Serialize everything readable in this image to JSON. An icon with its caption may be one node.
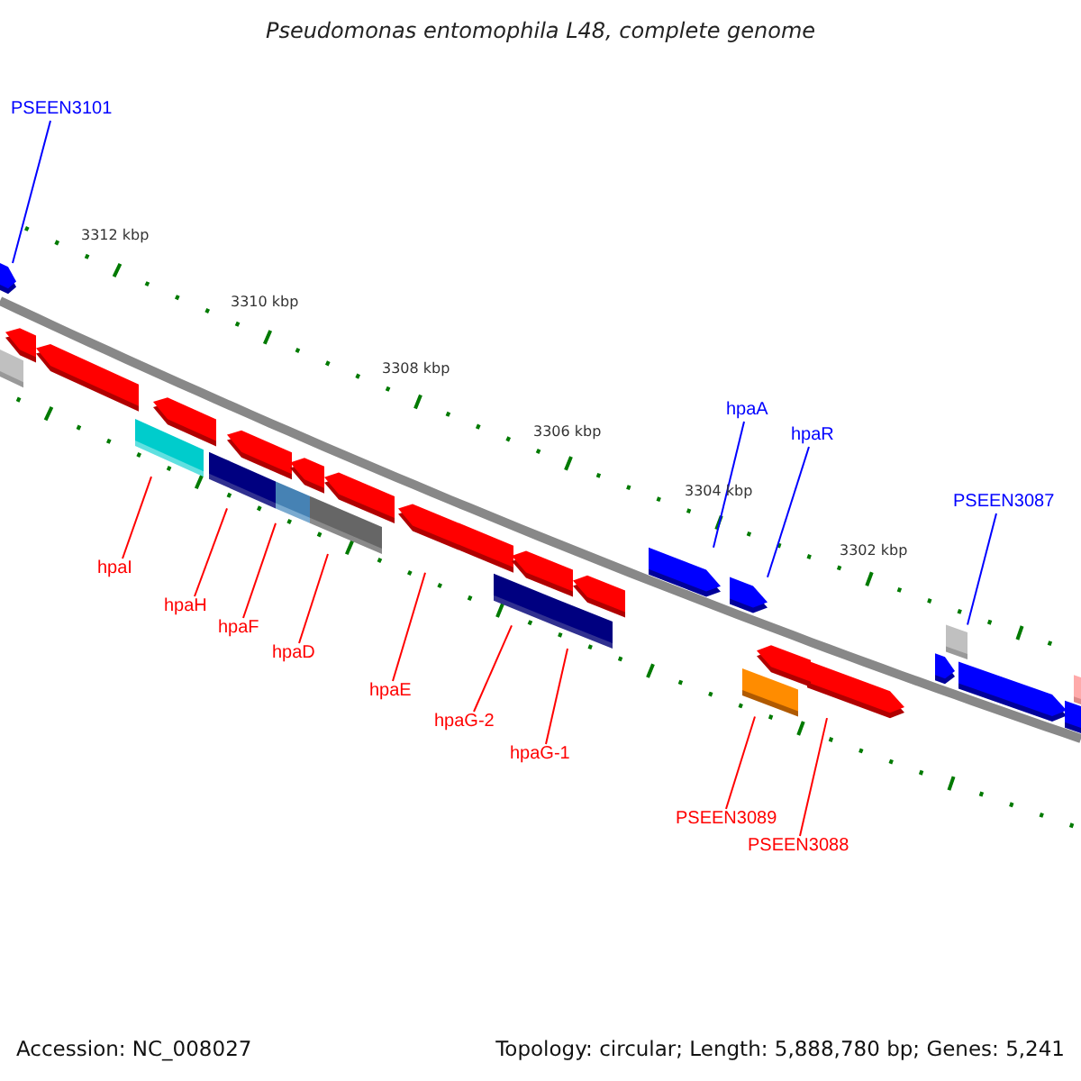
{
  "diagram": {
    "title": "Pseudomonas entomophila L48, complete genome",
    "nodes": [
      {
        "text": [
          "PSEEN3101"
        ]
      },
      {
        "text": [
          "hpaA"
        ]
      },
      {
        "text": [
          "hpaR"
        ]
      },
      {
        "text": [
          "PSEEN3087"
        ]
      },
      {
        "text": [
          "hpaI"
        ]
      },
      {
        "text": [
          "hpaH"
        ]
      },
      {
        "text": [
          "hpaF"
        ]
      },
      {
        "text": [
          "hpaD"
        ]
      },
      {
        "text": [
          "hpaE"
        ]
      },
      {
        "text": [
          "hpaG-2"
        ]
      },
      {
        "text": [
          "hpaG-1"
        ]
      },
      {
        "text": [
          "PSEEN3089"
        ]
      },
      {
        "text": [
          "PSEEN3088"
        ]
      },
      {
        "text": [],
        "shape": "arrow"
      },
      {
        "text": [],
        "shape": "arrow"
      },
      {
        "text": [],
        "shape": "arrow"
      },
      {
        "text": [],
        "shape": "bar"
      },
      {
        "text": [],
        "shape": "bar"
      },
      {
        "text": [],
        "shape": "bar"
      },
      {
        "text": [],
        "shape": "bar"
      },
      {
        "text": [],
        "shape": "bar"
      },
      {
        "text": [],
        "shape": "arrow"
      },
      {
        "text": [],
        "shape": "bar"
      },
      {
        "text": [],
        "shape": "bar"
      },
      {
        "text": [],
        "shape": "bar"
      },
      {
        "text": [],
        "shape": "arrow"
      },
      {
        "text": [],
        "shape": "arrow"
      },
      {
        "text": [],
        "shape": "arrow"
      },
      {
        "text": [],
        "shape": "arrow"
      },
      {
        "text": [],
        "shape": "arrow"
      },
      {
        "text": [],
        "shape": "arrow"
      },
      {
        "text": [],
        "shape": "arrow"
      },
      {
        "text": [],
        "shape": "arrow"
      },
      {
        "text": [],
        "shape": "arrow"
      },
      {
        "text": [],
        "shape": "arrow"
      },
      {
        "text": [],
        "shape": "bar"
      },
      {
        "text": [],
        "shape": "arrow"
      },
      {
        "text": [],
        "shape": "arrow"
      },
      {
        "text": [],
        "shape": "bar"
      },
      {
        "text": [],
        "shape": "bar"
      }
    ],
    "edges": [
      {
        "from": 0,
        "to": 13,
        "arrow": "none",
        "color": "#0000ff"
      },
      {
        "from": 1,
        "to": 14,
        "arrow": "none",
        "color": "#0000ff"
      },
      {
        "from": 2,
        "to": 15,
        "arrow": "none",
        "color": "#0000ff"
      },
      {
        "from": 3,
        "to": 16,
        "arrow": "none",
        "color": "#0000ff"
      },
      {
        "from": 4,
        "to": 17,
        "arrow": "none"
      },
      {
        "from": 5,
        "to": 18,
        "arrow": "none"
      },
      {
        "from": 6,
        "to": 19,
        "arrow": "none"
      },
      {
        "from": 7,
        "to": 20,
        "arrow": "none"
      },
      {
        "from": 8,
        "to": 21,
        "arrow": "none"
      },
      {
        "from": 9,
        "to": 22,
        "arrow": "none"
      },
      {
        "from": 10,
        "to": 23,
        "arrow": "none"
      },
      {
        "from": 11,
        "to": 24,
        "arrow": "none"
      },
      {
        "from": 12,
        "to": 25,
        "arrow": "none"
      }
    ],
    "labels": [
      "3312 kbp",
      "3310 kbp",
      "3308 kbp",
      "3306 kbp",
      "3304 kbp",
      "3302 kbp",
      "Accession: NC_008027",
      "Topology: circular; Length: 5,888,780 bp; Genes: 5,241"
    ]
  }
}
